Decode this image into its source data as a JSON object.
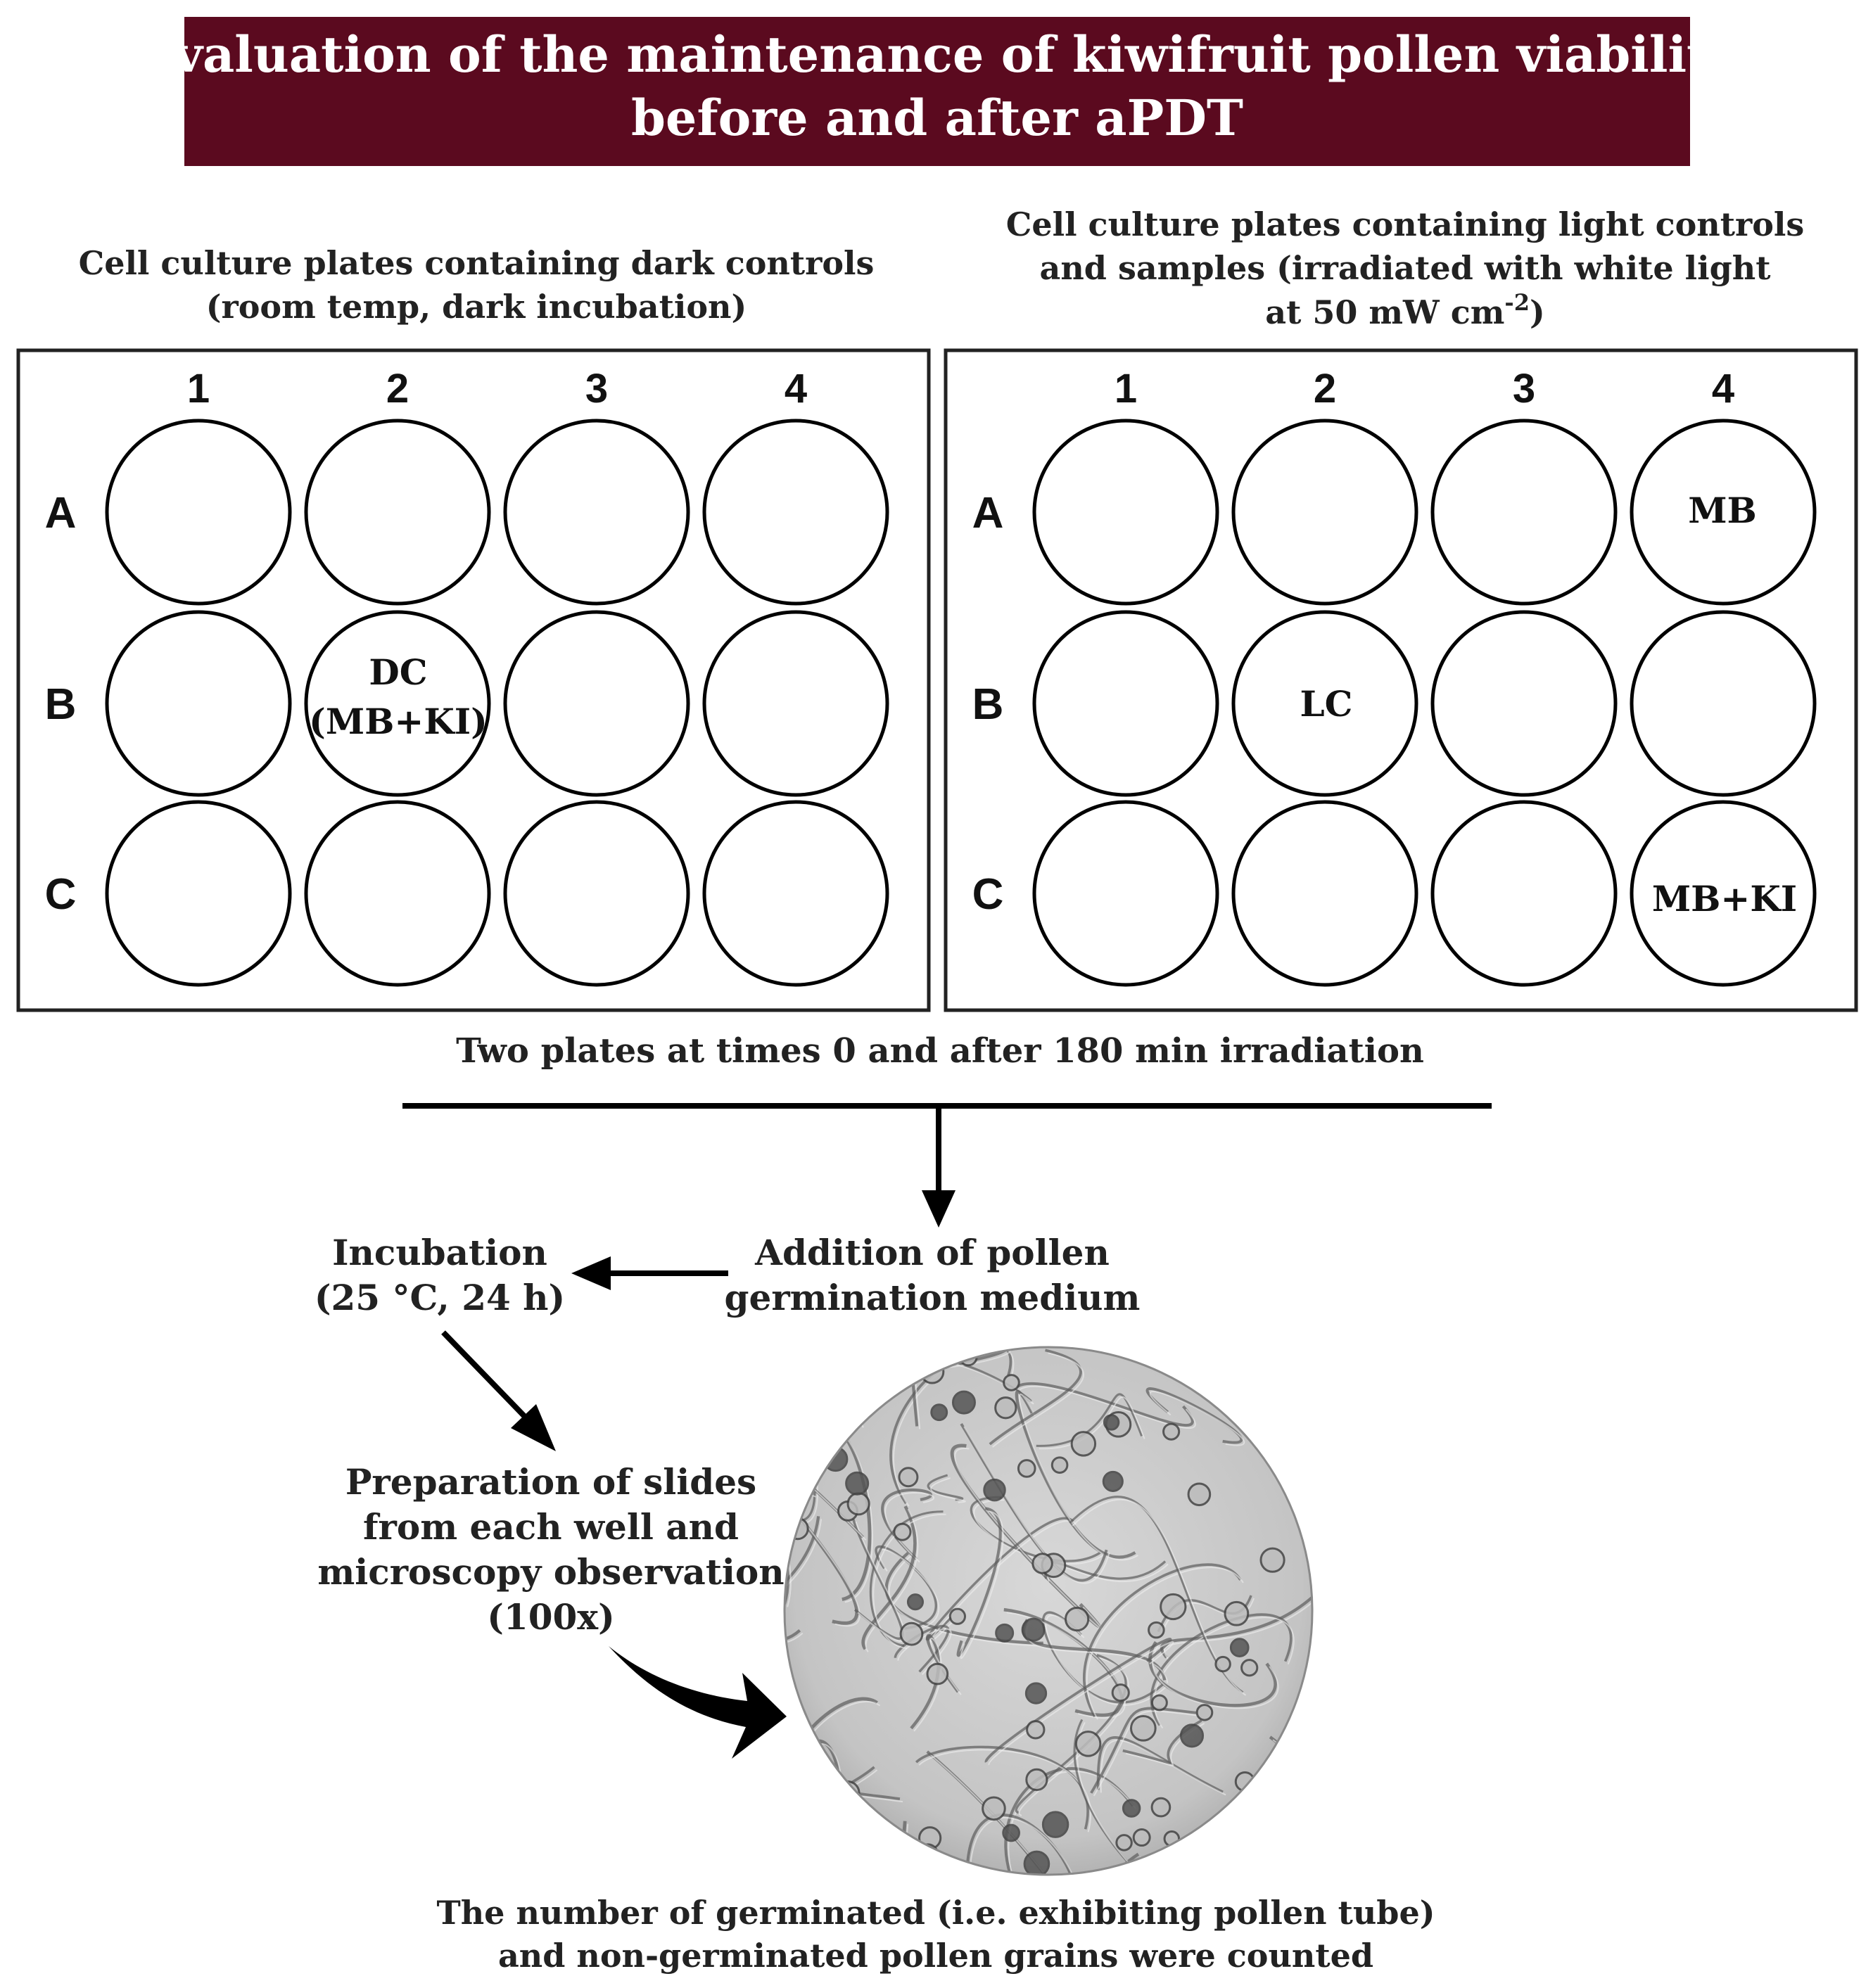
{
  "title": {
    "line1": "Evaluation of the maintenance of kiwifruit pollen viability",
    "line2": "before and after aPDT"
  },
  "colors": {
    "title_bg": "#5b0a1f",
    "title_text": "#ffffff",
    "line": "#000000"
  },
  "dark_plate": {
    "caption_line1": "Cell culture plates containing dark controls",
    "caption_line2": "(room temp, dark incubation)",
    "columns": [
      "1",
      "2",
      "3",
      "4"
    ],
    "rows": [
      "A",
      "B",
      "C"
    ],
    "wells": {
      "B2_line1": "DC",
      "B2_line2": "(MB+KI)"
    }
  },
  "light_plate": {
    "caption_line1": "Cell culture plates containing light controls",
    "caption_line2": "and samples (irradiated with white light",
    "caption_line3_prefix": "at 50 mW cm",
    "caption_line3_sup": "-2",
    "caption_line3_suffix": ")",
    "columns": [
      "1",
      "2",
      "3",
      "4"
    ],
    "rows": [
      "A",
      "B",
      "C"
    ],
    "wells": {
      "A4": "MB",
      "B2": "LC",
      "C4": "MB+KI"
    }
  },
  "steps": {
    "two_plates": "Two plates at times 0 and after 180 min irradiation",
    "addition_line1": "Addition of pollen",
    "addition_line2": "germination medium",
    "incubation_line1": "Incubation",
    "incubation_line2": "(25 °C, 24 h)",
    "prep_line1": "Preparation of slides",
    "prep_line2": "from each well  and",
    "prep_line3": "microscopy observation",
    "prep_line4": "(100x)",
    "count_line1": "The number of germinated (i.e. exhibiting pollen tube)",
    "count_line2": "and non-germinated pollen grains were counted"
  }
}
